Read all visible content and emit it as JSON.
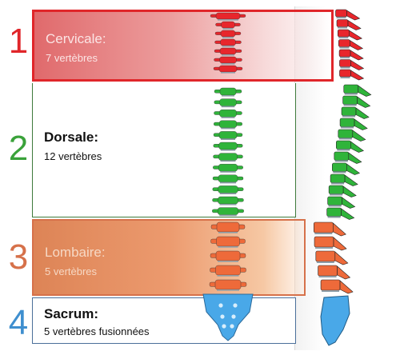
{
  "segments": [
    {
      "number": "1",
      "title": "Cervicale:",
      "subtitle": "7 vertèbres",
      "color": "#e0262a"
    },
    {
      "number": "2",
      "title": "Dorsale:",
      "subtitle": "12 vertèbres",
      "color": "#3aa23a"
    },
    {
      "number": "3",
      "title": "Lombaire:",
      "subtitle": "5 vertèbres",
      "color": "#e2703e"
    },
    {
      "number": "4",
      "title": "Sacrum:",
      "subtitle": "5 vertèbres fusionnées",
      "color": "#3f98d8"
    }
  ],
  "vertebra_counts": {
    "cervical": 7,
    "thoracic": 12,
    "lumbar": 5
  },
  "colors": {
    "cervical": "#e8262c",
    "thoracic": "#2fb43a",
    "lumbar": "#ee6a3a",
    "sacrum": "#49a8e8",
    "disc": "#8c9ca6"
  }
}
